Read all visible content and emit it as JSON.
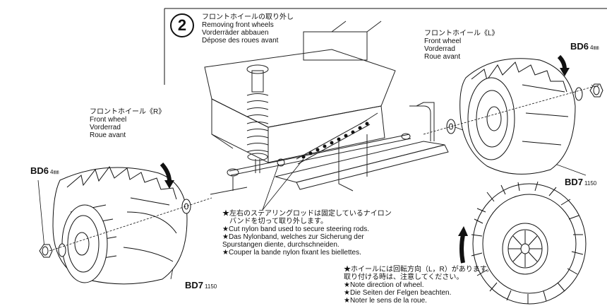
{
  "step": {
    "number": "2",
    "title_ja": "フロントホイールの取り外し",
    "title_en": "Removing front wheels",
    "title_de": "Vorderräder abbauen",
    "title_fr": "Dépose des roues avant"
  },
  "left_wheel_label": {
    "ja": "フロントホイール《R》",
    "en": "Front wheel",
    "de": "Vorderrad",
    "fr": "Roue avant"
  },
  "right_wheel_label": {
    "ja": "フロントホイール《L》",
    "en": "Front wheel",
    "de": "Vorderrad",
    "fr": "Roue avant"
  },
  "parts": {
    "bd6_left": {
      "code": "BD6",
      "size": "4㎜"
    },
    "bd7_left": {
      "code": "BD7",
      "size": "1150"
    },
    "bd6_right": {
      "code": "BD6",
      "size": "4㎜"
    },
    "bd7_right": {
      "code": "BD7",
      "size": "1150"
    }
  },
  "note_steering": {
    "ja1": "★左右のステアリングロッドは固定しているナイロン",
    "ja2": "バンドを切って取り外します。",
    "en": "★Cut nylon band used to secure steering rods.",
    "de1": "★Das Nylonband, welches zur Sicherung der",
    "de2": "Spurstangen diente, durchschneiden.",
    "fr": "★Couper la bande nylon fixant les biellettes."
  },
  "note_direction": {
    "ja1": "★ホイールには回転方向（L，R）があります。",
    "ja2": "取り付ける時は、注意してください。",
    "en": "★Note direction of wheel.",
    "de": "★Die Seiten der Felgen beachten.",
    "fr": "★Noter le sens de la roue."
  }
}
